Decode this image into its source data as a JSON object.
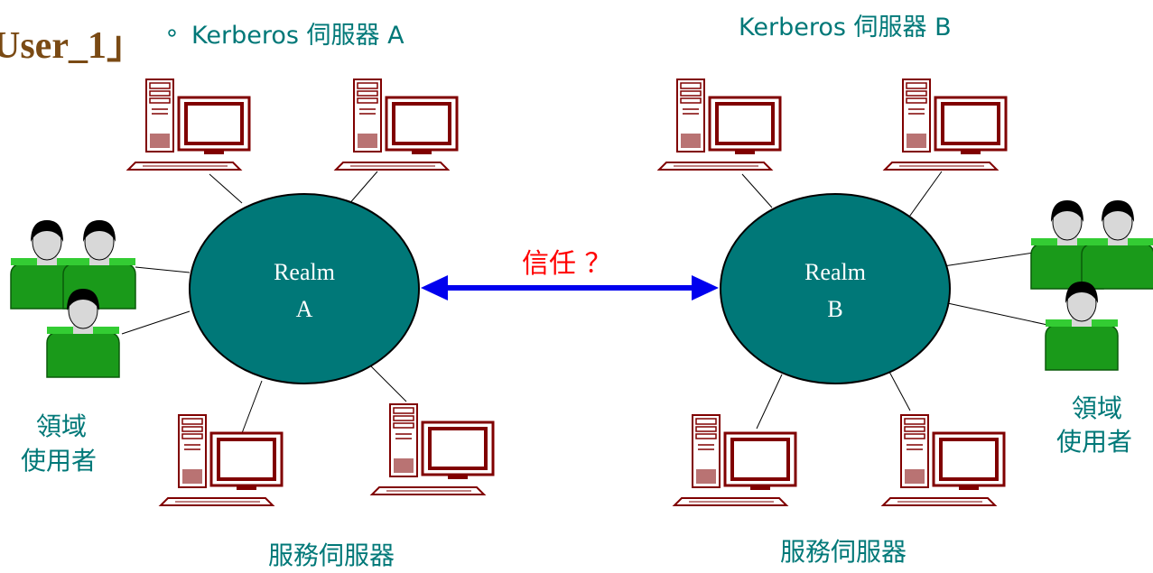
{
  "header": {
    "user_title": "User_1」",
    "bullet": "∘",
    "kerberos_a": "Kerberos 伺服器 A",
    "kerberos_b": "Kerberos 伺服器 B"
  },
  "realm_a": {
    "line1": "Realm",
    "line2": "A"
  },
  "realm_b": {
    "line1": "Realm",
    "line2": "B"
  },
  "trust_label": "信任 ？",
  "domain_users_left": {
    "line1": "領域",
    "line2": "使用者"
  },
  "domain_users_right": {
    "line1": "領域",
    "line2": "使用者"
  },
  "service_servers_a": "服務伺服器",
  "service_servers_b": "服務伺服器",
  "colors": {
    "realm_fill": "#007878",
    "teal_text": "#007878",
    "arrow": "#0000ee",
    "trust_text": "#ff0000",
    "computer_outline": "#800000",
    "user_body": "#1a9a1a"
  }
}
